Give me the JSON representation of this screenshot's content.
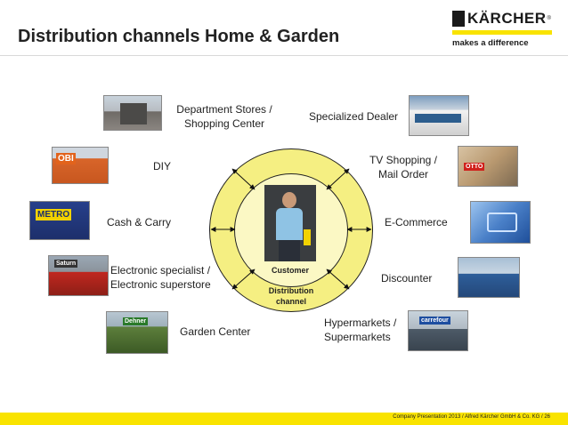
{
  "header": {
    "title": "Distribution channels Home & Garden",
    "logo_name": "KÄRCHER",
    "logo_reg": "®",
    "logo_slogan": "makes a difference"
  },
  "center": {
    "customer_label": "Customer",
    "channel_label_line1": "Distribution",
    "channel_label_line2": "channel"
  },
  "channels": {
    "department_stores_line1": "Department Stores /",
    "department_stores_line2": "Shopping Center",
    "specialized_dealer": "Specialized Dealer",
    "diy": "DIY",
    "tv_shopping_line1": "TV Shopping /",
    "tv_shopping_line2": "Mail Order",
    "cash_carry": "Cash & Carry",
    "ecommerce": "E-Commerce",
    "electronic_line1": "Electronic specialist /",
    "electronic_line2": "Electronic superstore",
    "discounter": "Discounter",
    "garden_center": "Garden Center",
    "hypermarkets_line1": "Hypermarkets /",
    "hypermarkets_line2": "Supermarkets"
  },
  "photo_signs": {
    "obi": "OBI",
    "metro": "METRO",
    "saturn": "Saturn",
    "dehner": "Dehner",
    "otto": "OTTO",
    "carrefour": "carrefour"
  },
  "footer": {
    "text": "Company Presentation 2013 / Alfred Kärcher GmbH & Co. KG / 26"
  },
  "colors": {
    "brand_yellow": "#f9e300",
    "ring_outer": "#f5ef82",
    "ring_inner": "#fbf8c4"
  }
}
